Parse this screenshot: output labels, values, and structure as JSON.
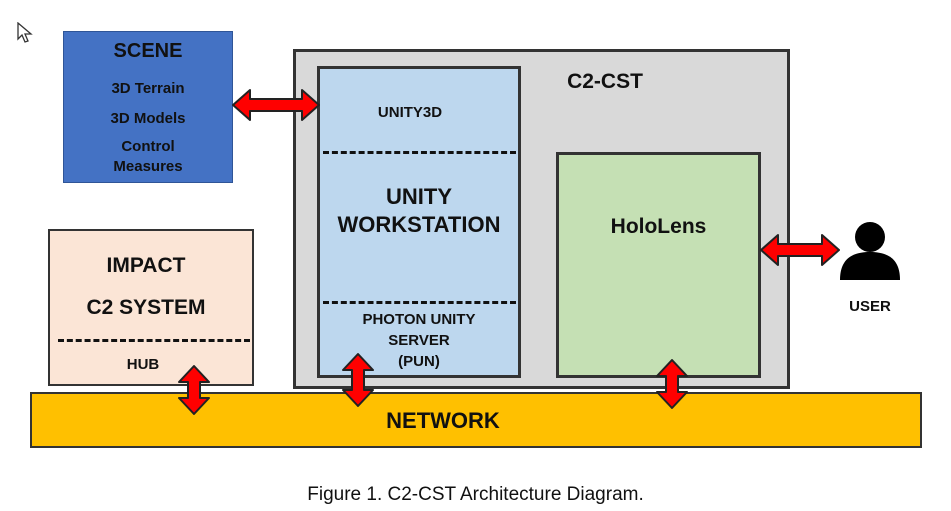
{
  "scene": {
    "title": "SCENE",
    "items": [
      "3D Terrain",
      "3D Models",
      "Control",
      "Measures"
    ]
  },
  "c2cst": {
    "title": "C2-CST",
    "unity": {
      "top": "UNITY3D",
      "middle": [
        "UNITY",
        "WORKSTATION"
      ],
      "bottom": [
        "PHOTON UNITY",
        "SERVER",
        "(PUN)"
      ]
    },
    "hololens": "HoloLens"
  },
  "impact": {
    "lines": [
      "IMPACT",
      "C2 SYSTEM"
    ],
    "hub": "HUB"
  },
  "user": {
    "label": "USER",
    "icon": "user-icon"
  },
  "network": {
    "label": "NETWORK"
  },
  "caption": "Figure 1.  C2-CST Architecture Diagram.",
  "colors": {
    "scene_fill": "#4472C4",
    "c2cst_fill": "#D9D9D9",
    "unity_fill": "#BDD7EE",
    "hololens_fill": "#C5E0B4",
    "impact_fill": "#FBE5D6",
    "network_fill": "#FFC000",
    "arrow_fill": "#FF0000"
  }
}
